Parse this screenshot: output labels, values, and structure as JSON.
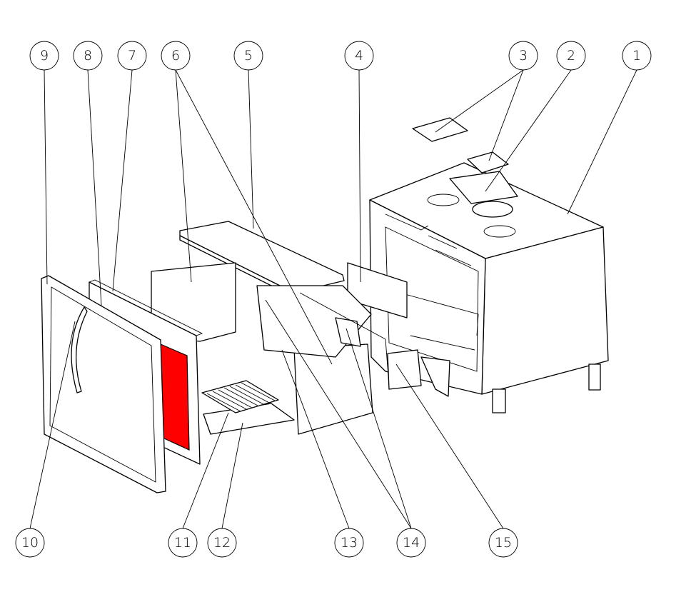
{
  "diagram": {
    "callouts": {
      "c1": "1",
      "c2": "2",
      "c3": "3",
      "c4": "4",
      "c5": "5",
      "c6": "6",
      "c7": "7",
      "c8": "8",
      "c9": "9",
      "c10": "10",
      "c11": "11",
      "c12": "12",
      "c13": "13",
      "c14": "14",
      "c15": "15"
    },
    "colors": {
      "glass": "#ff0000",
      "line": "#000000"
    }
  }
}
